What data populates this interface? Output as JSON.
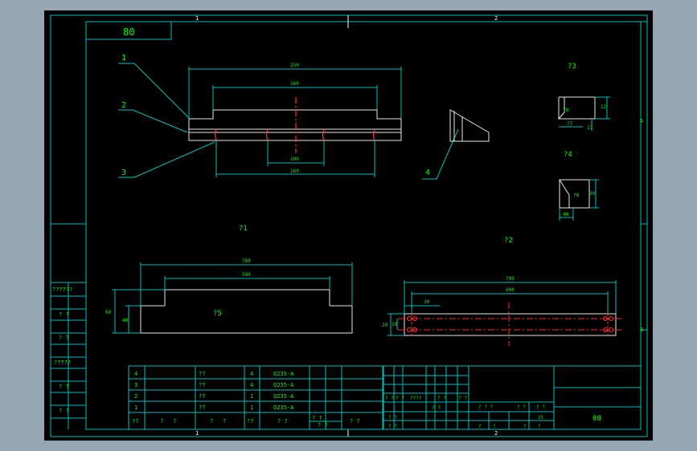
{
  "drawing": {
    "stamp_number": "80",
    "title_block_code": "08",
    "zone_top_left": "1",
    "zone_top_right": "2",
    "zone_bottom_left": "1",
    "zone_bottom_right": "2",
    "zone_right_top": "A",
    "zone_right_bottom": "B"
  },
  "callouts": [
    "1",
    "2",
    "3",
    "4"
  ],
  "view_labels": {
    "v1": "?1",
    "v2": "?2",
    "v3": "?3",
    "v4": "?4",
    "v5": "?5"
  },
  "dimensions": {
    "front_overall": "250",
    "front_top": "160",
    "front_inner": "100",
    "front_bottom": "160",
    "small1_a": "?8",
    "small1_b": "12",
    "small1_c": "?7",
    "small1_d": "17",
    "small2_a": "?8",
    "small2_b": "30",
    "small2_c": "40",
    "plate_overall": "780",
    "plate_top": "580",
    "plate_h1": "60",
    "plate_h2": "40",
    "rail_overall": "790",
    "rail_inner": "600",
    "rail_left": "20",
    "rail_h1": "20",
    "rail_h2": "10"
  },
  "left_strip": [
    "??????",
    "? ?",
    "? ?",
    "?????",
    "? ?",
    "? ?"
  ],
  "parts_table": {
    "rows": [
      {
        "no": "4",
        "name": "??",
        "qty": "4",
        "material": "Q235-A"
      },
      {
        "no": "3",
        "name": "??",
        "qty": "4",
        "material": "Q235-A"
      },
      {
        "no": "2",
        "name": "??",
        "qty": "1",
        "material": "Q235-A"
      },
      {
        "no": "1",
        "name": "??",
        "qty": "1",
        "material": "Q235-A"
      }
    ],
    "header": {
      "no": "??",
      "name1": "?",
      "name2": "?",
      "code1": "?",
      "code2": "?",
      "qty": "??",
      "material": "? ?",
      "m1": "? ?",
      "m2": "? ?",
      "note": "? ?"
    }
  },
  "title_block": {
    "c1": "? ?",
    "c2": "? ?",
    "c3": "????",
    "c4": "? ?",
    "c5": "? ?",
    "c6": "? ?",
    "c7": "? ?",
    "c8": "? ?",
    "s1": "? ? ?",
    "s2": "? ?",
    "s3": "? ?",
    "s4": "?",
    "s5": "?",
    "s6": "15",
    "s7": "?",
    "s8": "?"
  }
}
